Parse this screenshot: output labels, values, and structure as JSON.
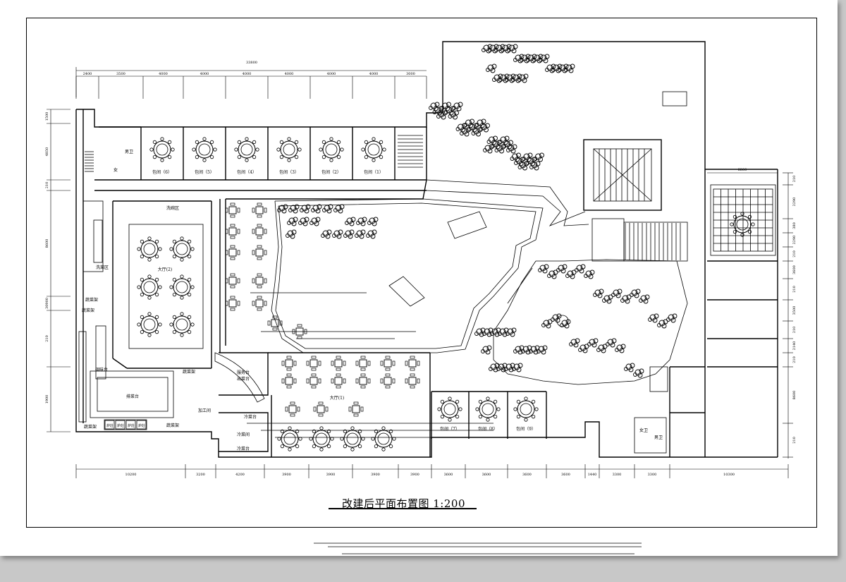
{
  "drawing": {
    "title": "改建后平面布置图 1:200"
  },
  "dimensions": {
    "top_total": "33800",
    "top": [
      "2400",
      "3500",
      "4000",
      "4000",
      "4000",
      "4000",
      "4000",
      "4000",
      "3000"
    ],
    "bottom": [
      "10200",
      "3200",
      "4200",
      "3900",
      "3900",
      "3900",
      "3900",
      "3600",
      "3600",
      "3600",
      "3600",
      "1440",
      "3300",
      "3300",
      "10300"
    ],
    "left": [
      "1500",
      "4850",
      "210",
      "8600",
      "30900",
      "210",
      "1900"
    ],
    "right_top": "8800",
    "right": [
      "210",
      "2290",
      "380",
      "2290",
      "210",
      "3600",
      "210",
      "3500",
      "210",
      "2140",
      "210",
      "8600",
      "210"
    ]
  },
  "rooms": {
    "private_rooms_top": [
      "包间（6）",
      "包间（5）",
      "包间（4）",
      "包间（3）",
      "包间（2）",
      "包间（1）"
    ],
    "private_rooms_bottom": [
      "包间（7）",
      "包间（8）",
      "包间（9）"
    ],
    "hall_2": "大厅(2)",
    "hall_1": "大厅(1)",
    "washing": "洗碗区",
    "veg_washing": "洗菜区",
    "veg_rack_1": "蔬菜架",
    "veg_rack_2": "蔬菜架",
    "seasoning": "调味台",
    "veg_rack_3": "蔬菜架",
    "cutting": "排菜台",
    "stoves": [
      "炉灶",
      "炉灶",
      "炉灶",
      "炉灶"
    ],
    "veg_rack_4": "蔬菜架",
    "prep": "加工间",
    "serve_table": "出菜台",
    "serving": "服务台",
    "cold_dish": "冷菜台",
    "cold_room": "冷菜间",
    "cold_dish_2": "冷菜台",
    "male_wc_top": "男卫",
    "female_wc_top": "女",
    "male_wc": "男卫",
    "female_wc": "女卫"
  }
}
